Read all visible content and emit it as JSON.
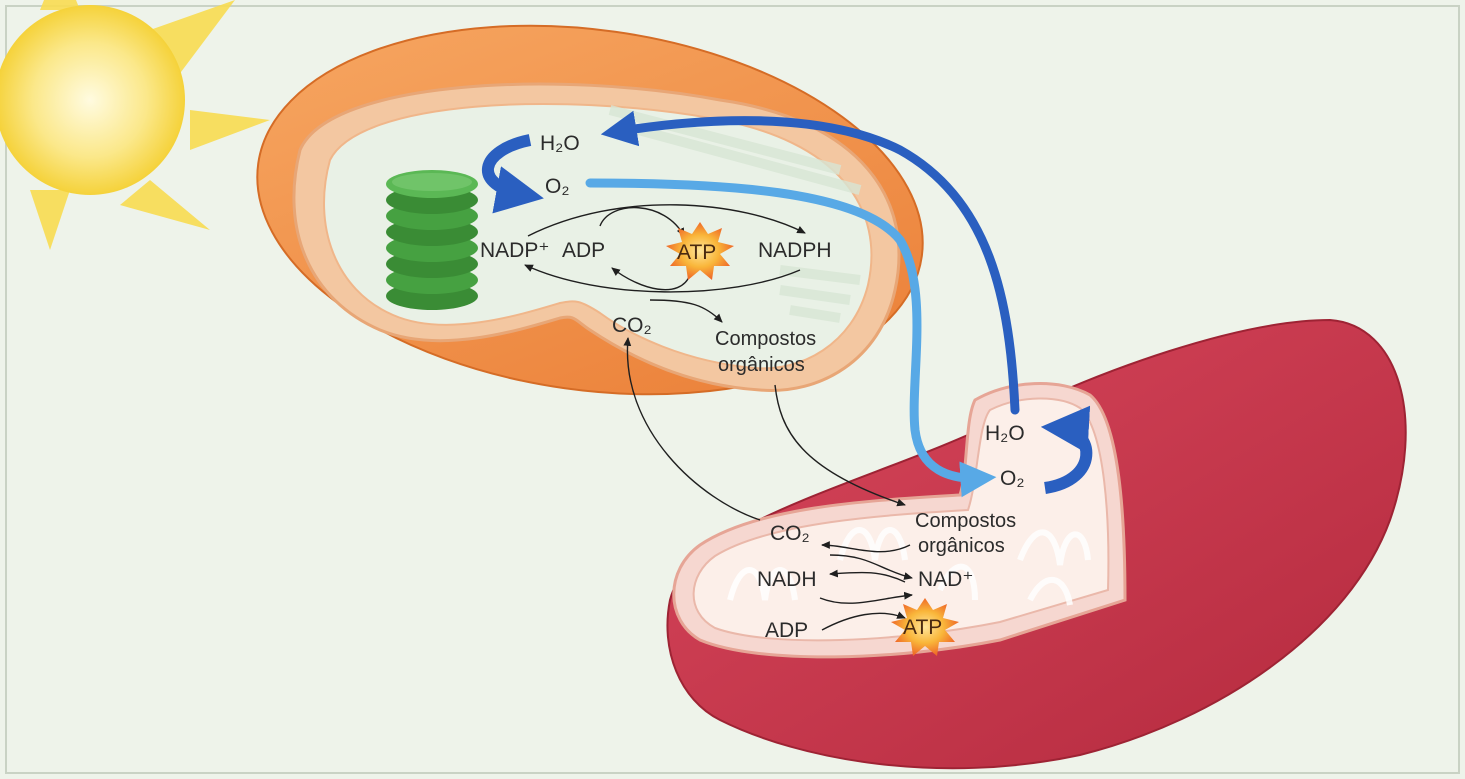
{
  "chloroplast": {
    "h2o": "H₂O",
    "o2": "O₂",
    "nadp_plus": "NADP⁺",
    "adp": "ADP",
    "atp": "ATP",
    "nadph": "NADPH",
    "co2": "CO₂",
    "organic_line1": "Compostos",
    "organic_line2": "orgânicos"
  },
  "mitochondrion": {
    "h2o": "H₂O",
    "o2": "O₂",
    "organic_line1": "Compostos",
    "organic_line2": "orgânicos",
    "co2": "CO₂",
    "nadh": "NADH",
    "nad_plus": "NAD⁺",
    "adp": "ADP",
    "atp": "ATP"
  },
  "colors": {
    "background": "#eef3ea",
    "chloroplast_outer": "#f0924a",
    "mitochondrion_outer": "#c8354a",
    "thylakoid": "#3f9a3a",
    "arrow_dark_blue": "#2a5fc0",
    "arrow_light_blue": "#58a9e6",
    "atp_burst": "#f5a623",
    "sun": "#f7d438"
  },
  "icons": {
    "sun": "sun-icon",
    "atp_burst": "atp-burst-icon"
  }
}
